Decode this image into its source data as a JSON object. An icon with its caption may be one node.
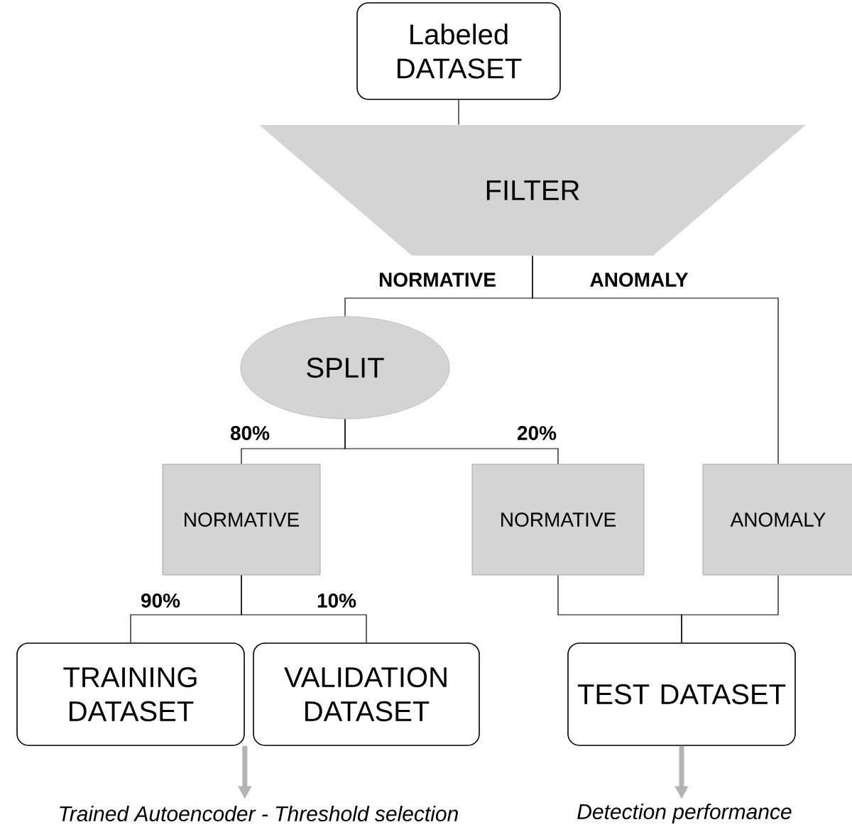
{
  "diagram": {
    "nodes": [
      {
        "text": [
          "Labeled DATASET"
        ]
      },
      {
        "text": [
          "FILTER"
        ]
      },
      {
        "text": [
          "SPLIT"
        ]
      },
      {
        "text": [
          "NORMATIVE"
        ]
      },
      {
        "text": [
          "NORMATIVE"
        ]
      },
      {
        "text": [
          "ANOMALY"
        ]
      },
      {
        "text": [
          "TRAINING DATASET"
        ]
      },
      {
        "text": [
          "VALIDATION DATASET"
        ]
      },
      {
        "text": [
          "TEST DATASET"
        ]
      },
      {
        "text": [
          "Trained Autoencoder - Threshold selection"
        ]
      },
      {
        "text": [
          "Detection performance"
        ]
      }
    ],
    "edges": [
      {
        "from": 0,
        "to": 1,
        "arrow": "none"
      },
      {
        "from": 1,
        "to": 2,
        "arrow": "none",
        "label": "NORMATIVE"
      },
      {
        "from": 1,
        "to": 5,
        "arrow": "none",
        "label": "ANOMALY"
      },
      {
        "from": 2,
        "to": 3,
        "arrow": "none",
        "label": "80%"
      },
      {
        "from": 2,
        "to": 4,
        "arrow": "none",
        "label": "20%"
      },
      {
        "from": 3,
        "to": 6,
        "arrow": "none",
        "label": "90%"
      },
      {
        "from": 3,
        "to": 7,
        "arrow": "none",
        "label": "10%"
      },
      {
        "from": 4,
        "to": 8,
        "arrow": "none"
      },
      {
        "from": 5,
        "to": 8,
        "arrow": "none"
      },
      {
        "from": 6,
        "to": 9,
        "arrow": "to",
        "style": "thick",
        "color": "#b3b3b3"
      },
      {
        "from": 8,
        "to": 10,
        "arrow": "to",
        "style": "thick",
        "color": "#b3b3b3"
      }
    ]
  }
}
